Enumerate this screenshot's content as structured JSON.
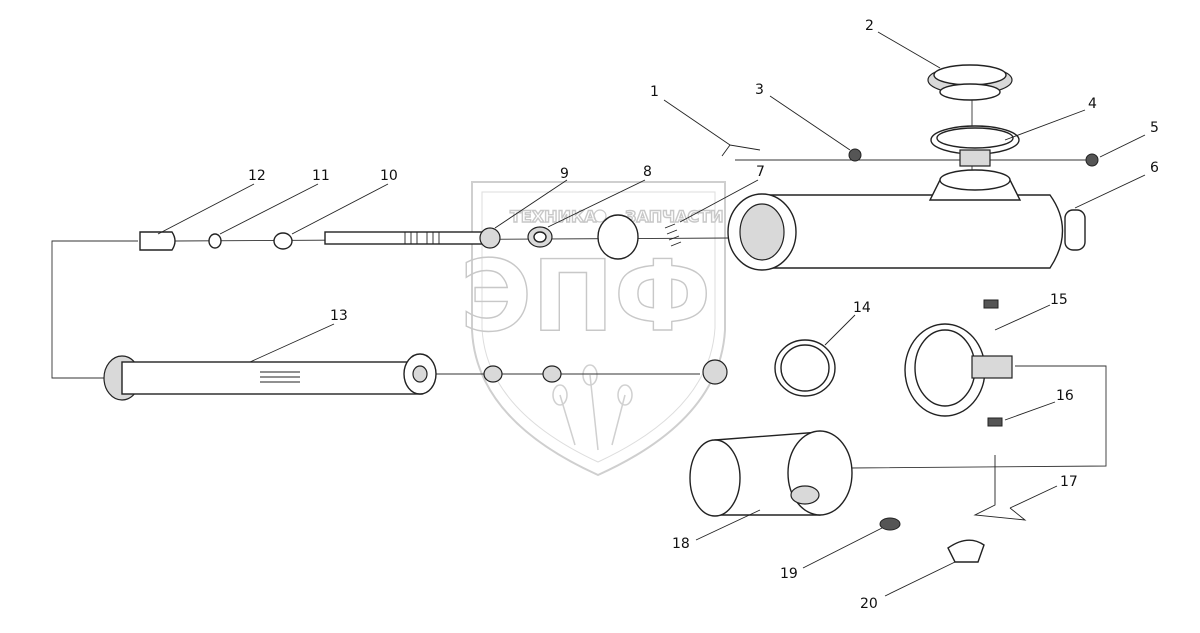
{
  "watermark": {
    "top_text_left": "ТЕХНИКА",
    "top_text_right": "ЗАПЧАСТИ",
    "main_text": "ЭПФ"
  },
  "callouts": [
    "1",
    "2",
    "3",
    "4",
    "5",
    "6",
    "7",
    "8",
    "9",
    "10",
    "11",
    "12",
    "13",
    "14",
    "15",
    "16",
    "17",
    "18",
    "19",
    "20"
  ]
}
